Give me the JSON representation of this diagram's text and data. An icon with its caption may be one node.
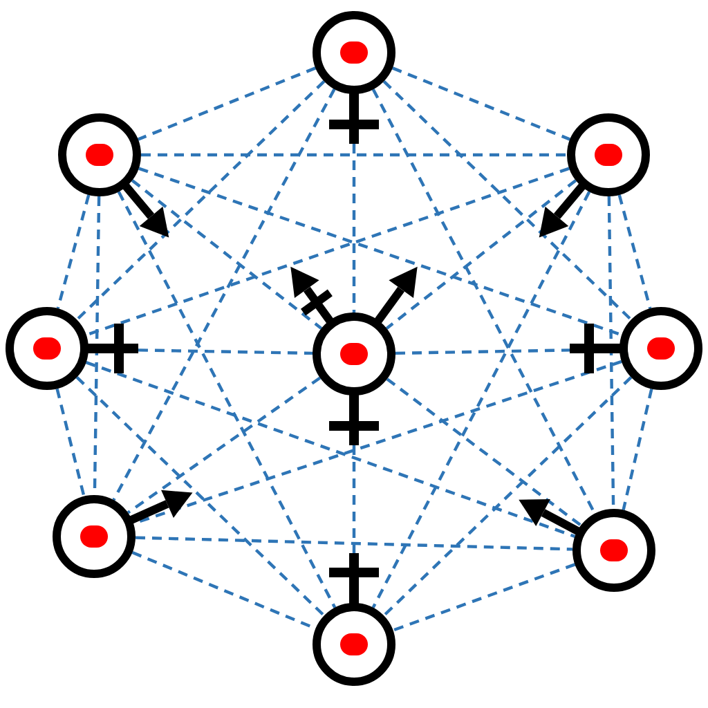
{
  "diagram": {
    "nodes": [
      {
        "text": [],
        "shape": "circle"
      },
      {
        "text": [],
        "shape": "circle"
      },
      {
        "text": [],
        "shape": "circle"
      },
      {
        "text": [],
        "shape": "circle"
      },
      {
        "text": [],
        "shape": "circle"
      },
      {
        "text": [],
        "shape": "circle"
      },
      {
        "text": [],
        "shape": "circle"
      },
      {
        "text": [],
        "shape": "circle"
      },
      {
        "text": [],
        "shape": "circle"
      }
    ],
    "edges": [
      {
        "from": 0,
        "to": 1,
        "arrow": "none",
        "style": "dashed"
      },
      {
        "from": 0,
        "to": 2,
        "arrow": "none",
        "style": "dashed"
      },
      {
        "from": 0,
        "to": 3,
        "arrow": "none",
        "style": "dashed"
      },
      {
        "from": 0,
        "to": 4,
        "arrow": "none",
        "style": "dashed"
      },
      {
        "from": 0,
        "to": 5,
        "arrow": "none",
        "style": "dashed"
      },
      {
        "from": 0,
        "to": 6,
        "arrow": "none",
        "style": "dashed"
      },
      {
        "from": 0,
        "to": 7,
        "arrow": "none",
        "style": "dashed"
      },
      {
        "from": 1,
        "to": 2,
        "arrow": "none",
        "style": "dashed"
      },
      {
        "from": 1,
        "to": 3,
        "arrow": "none",
        "style": "dashed"
      },
      {
        "from": 1,
        "to": 4,
        "arrow": "none",
        "style": "dashed"
      },
      {
        "from": 1,
        "to": 5,
        "arrow": "none",
        "style": "dashed"
      },
      {
        "from": 1,
        "to": 6,
        "arrow": "none",
        "style": "dashed"
      },
      {
        "from": 1,
        "to": 8,
        "arrow": "none",
        "style": "dashed"
      },
      {
        "from": 2,
        "to": 3,
        "arrow": "none",
        "style": "dashed"
      },
      {
        "from": 2,
        "to": 4,
        "arrow": "none",
        "style": "dashed"
      },
      {
        "from": 2,
        "to": 5,
        "arrow": "none",
        "style": "dashed"
      },
      {
        "from": 2,
        "to": 7,
        "arrow": "none",
        "style": "dashed"
      },
      {
        "from": 2,
        "to": 8,
        "arrow": "none",
        "style": "dashed"
      },
      {
        "from": 3,
        "to": 4,
        "arrow": "none",
        "style": "dashed"
      },
      {
        "from": 3,
        "to": 6,
        "arrow": "none",
        "style": "dashed"
      },
      {
        "from": 3,
        "to": 7,
        "arrow": "none",
        "style": "dashed"
      },
      {
        "from": 3,
        "to": 8,
        "arrow": "none",
        "style": "dashed"
      },
      {
        "from": 4,
        "to": 5,
        "arrow": "none",
        "style": "dashed"
      },
      {
        "from": 4,
        "to": 6,
        "arrow": "none",
        "style": "dashed"
      },
      {
        "from": 4,
        "to": 7,
        "arrow": "none",
        "style": "dashed"
      },
      {
        "from": 4,
        "to": 8,
        "arrow": "none",
        "style": "dashed"
      },
      {
        "from": 5,
        "to": 6,
        "arrow": "none",
        "style": "dashed"
      },
      {
        "from": 5,
        "to": 7,
        "arrow": "none",
        "style": "dashed"
      },
      {
        "from": 5,
        "to": 8,
        "arrow": "none",
        "style": "dashed"
      },
      {
        "from": 6,
        "to": 7,
        "arrow": "none",
        "style": "dashed"
      },
      {
        "from": 6,
        "to": 8,
        "arrow": "none",
        "style": "dashed"
      },
      {
        "from": 7,
        "to": 8,
        "arrow": "none",
        "style": "dashed"
      }
    ]
  }
}
